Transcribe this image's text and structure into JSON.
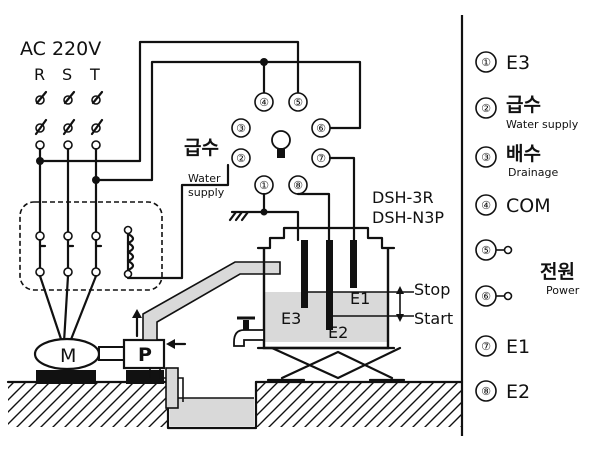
{
  "supply": {
    "label": "AC 220V",
    "phases": [
      "R",
      "S",
      "T"
    ]
  },
  "left_labels": {
    "water_supply_ko": "급수",
    "water_supply_en_1": "Water",
    "water_supply_en_2": "supply"
  },
  "model": {
    "line1": "DSH-3R",
    "line2": "DSH-N3P"
  },
  "terminal_numbers": [
    "①",
    "②",
    "③",
    "④",
    "⑤",
    "⑥",
    "⑦",
    "⑧"
  ],
  "motor_label": "M",
  "pump_label": "P",
  "electrodes": {
    "e1": "E1",
    "e2": "E2",
    "e3": "E3"
  },
  "levels": {
    "stop": "Stop",
    "start": "Start"
  },
  "legend": [
    {
      "num": "①",
      "text": "E3",
      "sub": ""
    },
    {
      "num": "②",
      "text": "급수",
      "sub": "Water supply"
    },
    {
      "num": "③",
      "text": "배수",
      "sub": "Drainage"
    },
    {
      "num": "④",
      "text": "COM",
      "sub": ""
    },
    {
      "num": "⑤",
      "text": "",
      "sub": ""
    },
    {
      "num": "⑥",
      "text": "",
      "sub": ""
    },
    {
      "num": "⑦",
      "text": "E1",
      "sub": ""
    },
    {
      "num": "⑧",
      "text": "E2",
      "sub": ""
    }
  ],
  "power_label": {
    "ko": "전원",
    "en": "Power"
  }
}
